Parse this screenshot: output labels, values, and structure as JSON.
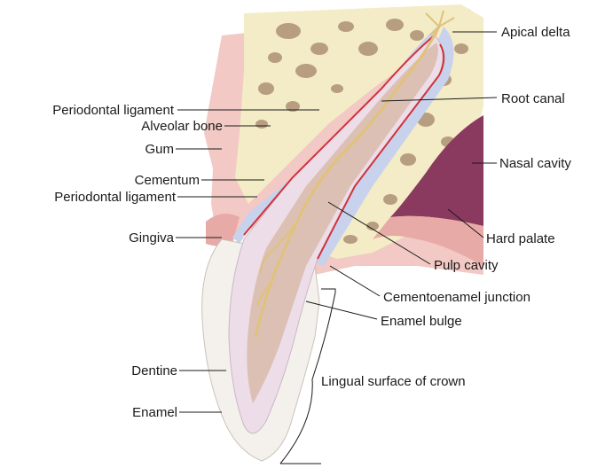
{
  "labels": {
    "apical_delta": "Apical delta",
    "root_canal": "Root canal",
    "nasal_cavity": "Nasal cavity",
    "hard_palate": "Hard palate",
    "pulp_cavity": "Pulp cavity",
    "cementoenamel_junction": "Cementoenamel junction",
    "enamel_bulge": "Enamel bulge",
    "lingual_surface_of_crown": "Lingual surface of crown",
    "periodontal_ligament_upper": "Periodontal ligament",
    "alveolar_bone": "Alveolar bone",
    "gum": "Gum",
    "cementum": "Cementum",
    "periodontal_ligament_lower": "Periodontal ligament",
    "gingiva": "Gingiva",
    "dentine": "Dentine",
    "enamel": "Enamel"
  },
  "colors": {
    "gum": "#f2c9c4",
    "gum_dark": "#e8aaa6",
    "bone": "#f3ecc6",
    "bone_spots": "#b89e80",
    "nasal_cavity": "#8a3a5e",
    "enamel": "#f4f1ec",
    "dentine": "#ecdde8",
    "pulp": "#dcc0b4",
    "nerve": "#e0c27a",
    "ligament": "#c8d2ec",
    "cementum_line": "#d0323a",
    "text": "#1a1a1a"
  }
}
